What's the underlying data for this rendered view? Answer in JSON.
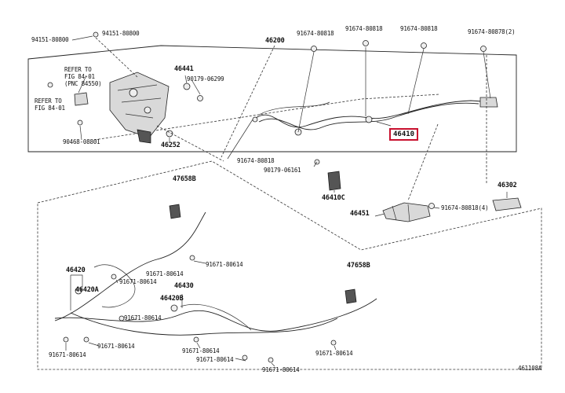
{
  "labels": {
    "l94151": "94151-80800",
    "l94151b": "94151-80800",
    "l46200": "46200",
    "l91674a": "91674-80818",
    "l91674b": "91674-80818",
    "l91674c": "91674-80818",
    "l91674d": "91674-80878(2)",
    "refer1": "REFER TO\nFIG 84-01\n(PNC 84550)",
    "refer2": "REFER TO\nFIG 84-01",
    "l46441": "46441",
    "l90179a": "90179-06299",
    "l90468": "90468-08801",
    "l46252": "46252",
    "l91674e": "91674-80818",
    "l90179b": "90179-06161",
    "l46410c": "46410C",
    "l46410": "46410",
    "l47658b1": "47658B",
    "l46302": "46302",
    "l46451": "46451",
    "l91674f": "91674-80818(4)",
    "l91671a": "91671-80614",
    "l91671b": "91671-80614",
    "l46420": "46420",
    "l46420a": "46420A",
    "l91671c": "91671-80614",
    "l46430": "46430",
    "l46420b": "46420B",
    "l91671d": "91671-80614",
    "l47658b2": "47658B",
    "l91671e": "91671-80614",
    "l91671f": "91671-80614",
    "l91671g": "91671-80614",
    "l91671h": "91671-80614",
    "l91671i": "91671-80614",
    "l91671j": "91671-80614",
    "footer": "461108A"
  },
  "highlight": {
    "part": "46410",
    "color": "#c8102e"
  }
}
